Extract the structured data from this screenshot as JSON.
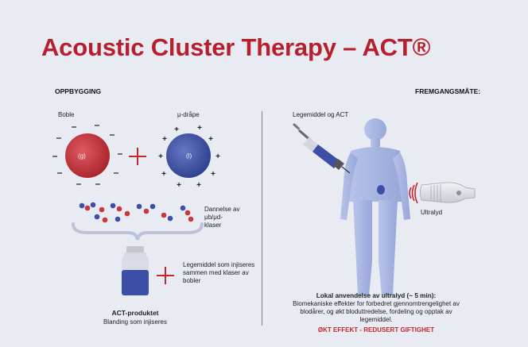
{
  "title": "Acoustic Cluster Therapy – ACT®",
  "left": {
    "heading": "OPPBYGGING",
    "bubble_label": "Boble",
    "bubble_inner": "(g)",
    "droplet_label": "μ-dråpe",
    "droplet_inner": "(l)",
    "cluster_formation": [
      "Dannelse av",
      "μb/μd-",
      "klaser"
    ],
    "drug_note": [
      "Legemiddel som injiseres",
      "sammen med klaser av",
      "bobler"
    ],
    "product_title": "ACT-produktet",
    "product_subtitle": "Blanding som injiseres"
  },
  "right": {
    "heading": "FREMGANGSMÅTE:",
    "drug_label": "Legemiddel og ACT",
    "ultrasound_label": "Ultralyd",
    "local_title": "Lokal anvendelse av ultralyd (~ 5 min):",
    "local_desc": [
      "Biomekaniske effekter for forbedret gjennomtrengelighet av",
      "blodårer, og økt bloduttredelse, fordeling og opptak av",
      "legemiddel."
    ],
    "result": "ØKT EFFEKT - REDUSERT GIFTIGHET"
  },
  "colors": {
    "title_red": "#b51f2e",
    "bubble_red": "#c8363f",
    "droplet_blue": "#3c4fa6",
    "body_blue": "#a9b7e0",
    "background": "#e9ebf2"
  },
  "icons": {
    "plus": "plus-icon",
    "syringe": "syringe-icon",
    "transducer": "ultrasound-transducer-icon",
    "human": "human-body-icon",
    "vial": "vial-icon"
  }
}
